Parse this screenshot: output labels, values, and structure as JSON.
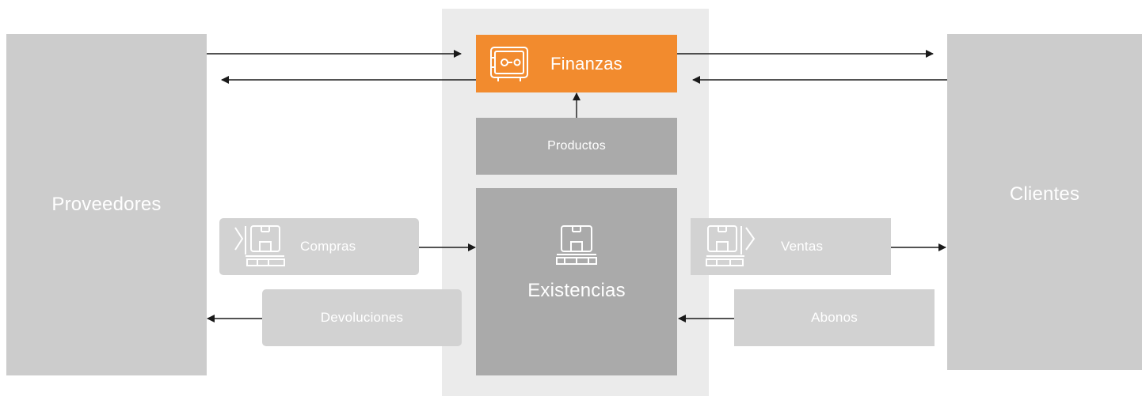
{
  "nodes": {
    "proveedores": "Proveedores",
    "clientes": "Clientes",
    "finanzas": "Finanzas",
    "productos": "Productos",
    "existencias": "Existencias",
    "compras": "Compras",
    "devoluciones": "Devoluciones",
    "ventas": "Ventas",
    "abonos": "Abonos"
  },
  "icons": {
    "finanzas": "safe-icon",
    "existencias": "box-on-pallet-icon",
    "compras": "inbound-box-icon",
    "ventas": "outbound-box-icon"
  },
  "colors": {
    "accent": "#f28b2e",
    "outer_box": "#cccccc",
    "center_box": "#aaaaaa",
    "flow_box": "#d2d2d2",
    "center_panel": "#ebebeb",
    "arrow": "#1a1a1a",
    "text": "#ffffff"
  },
  "edges": [
    {
      "from": "Proveedores",
      "to": "Finanzas"
    },
    {
      "from": "Finanzas",
      "to": "Proveedores"
    },
    {
      "from": "Finanzas",
      "to": "Clientes"
    },
    {
      "from": "Clientes",
      "to": "Finanzas"
    },
    {
      "from": "Productos",
      "to": "Finanzas"
    },
    {
      "from": "Compras",
      "to": "Existencias"
    },
    {
      "from": "Devoluciones",
      "to": "Proveedores"
    },
    {
      "from": "Ventas",
      "to": "Clientes"
    },
    {
      "from": "Abonos",
      "to": "Existencias"
    }
  ]
}
